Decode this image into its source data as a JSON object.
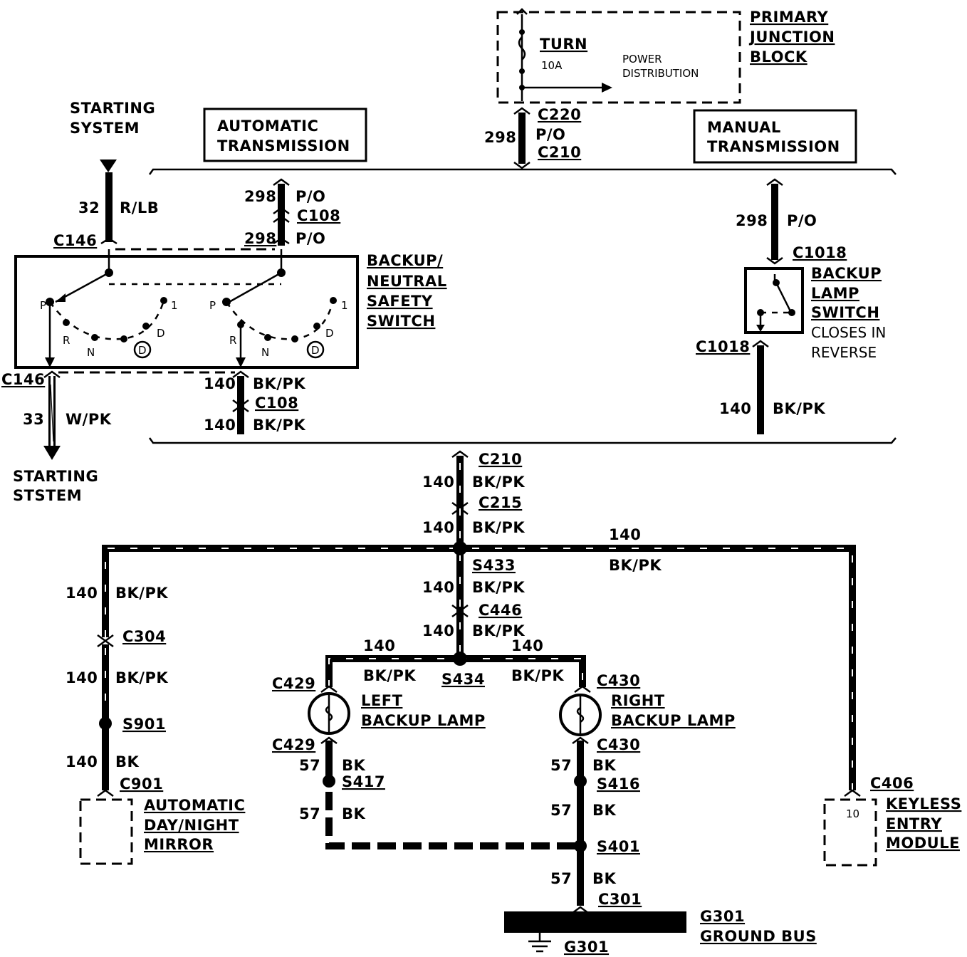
{
  "junction_block": {
    "line1": "PRIMARY",
    "line2": "JUNCTION",
    "line3": "BLOCK",
    "fuse_name": "TURN",
    "fuse_rating": "10A",
    "power_line1": "POWER",
    "power_line2": "DISTRIBUTION"
  },
  "starting_system_top": {
    "line1": "STARTING",
    "line2": "SYSTEM"
  },
  "starting_system_bottom": {
    "line1": "STARTING",
    "line2": "STSTEM"
  },
  "automatic_transmission": {
    "line1": "AUTOMATIC",
    "line2": "TRANSMISSION"
  },
  "manual_transmission": {
    "line1": "MANUAL",
    "line2": "TRANSMISSION"
  },
  "backup_switch": {
    "line1": "BACKUP/",
    "line2": "NEUTRAL",
    "line3": "SAFETY",
    "line4": "SWITCH",
    "pos_p": "P",
    "pos_r": "R",
    "pos_n": "N",
    "pos_d": "D",
    "pos_d2": "D",
    "pos_1": "1"
  },
  "backup_lamp_switch": {
    "line1": "BACKUP",
    "line2": "LAMP",
    "line3": "SWITCH",
    "line4": "CLOSES IN",
    "line5": "REVERSE"
  },
  "left_lamp": {
    "line1": "LEFT",
    "line2": "BACKUP LAMP"
  },
  "right_lamp": {
    "line1": "RIGHT",
    "line2": "BACKUP LAMP"
  },
  "mirror": {
    "line1": "AUTOMATIC",
    "line2": "DAY/NIGHT",
    "line3": "MIRROR"
  },
  "keyless": {
    "line1": "KEYLESS",
    "line2": "ENTRY",
    "line3": "MODULE",
    "pin": "10"
  },
  "ground": {
    "line1": "G301",
    "line2": "GROUND BUS",
    "ground_id": "G301"
  },
  "connectors": {
    "c220": "C220",
    "po": "P/O",
    "c210": "C210",
    "c146_top": "C146",
    "c146_bottom": "C146",
    "c108_top": "C108",
    "c108_bottom": "C108",
    "c1018_top": "C1018",
    "c1018_bottom": "C1018",
    "c210_mid": "C210",
    "c215": "C215",
    "s433": "S433",
    "c446": "C446",
    "c304": "C304",
    "s901": "S901",
    "c901": "C901",
    "s434": "S434",
    "c429_top": "C429",
    "c429_bottom": "C429",
    "c430_top": "C430",
    "c430_bottom": "C430",
    "s417": "S417",
    "s416": "S416",
    "s401": "S401",
    "c301": "C301",
    "c406": "C406"
  },
  "wires": {
    "w298": "298",
    "w32": "32",
    "rlb": "R/LB",
    "w33": "33",
    "wpk": "W/PK",
    "w140": "140",
    "bkpk": "BK/PK",
    "w57": "57",
    "bk": "BK",
    "po": "P/O"
  }
}
